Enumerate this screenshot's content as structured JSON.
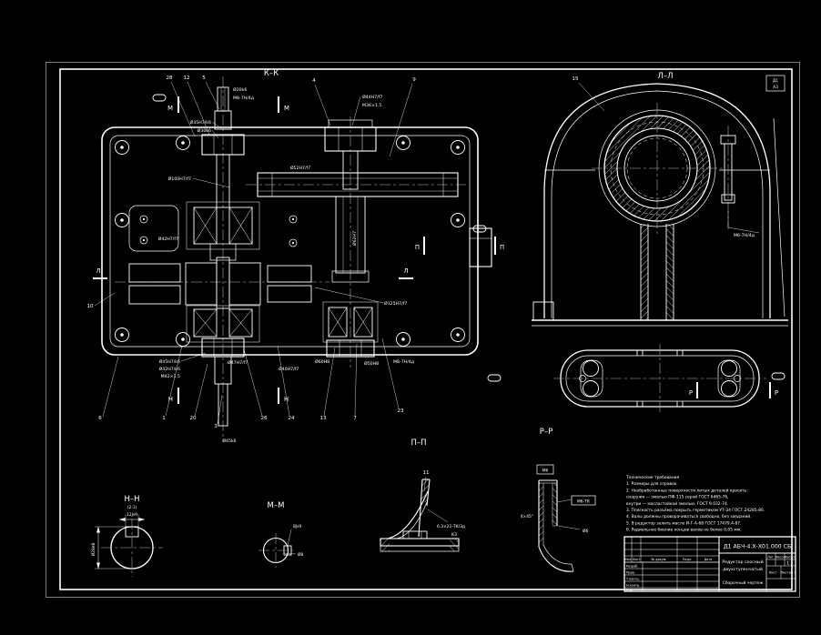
{
  "sections": {
    "kk": "К–К",
    "ll": "Л–Л",
    "pp": "П–П",
    "rr": "Р–Р",
    "nn": "Н–Н",
    "nn_scale": "(2:1)",
    "mm": "М–М"
  },
  "letters": {
    "m": "М",
    "n": "Н",
    "p": "П",
    "l": "Л",
    "r": "Р"
  },
  "callouts": {
    "top": [
      "28",
      "12",
      "5",
      "4",
      "9",
      "15"
    ],
    "bottom": [
      "6",
      "1",
      "20",
      "3",
      "26",
      "24",
      "13",
      "7",
      "23"
    ],
    "side": [
      "10",
      "11"
    ]
  },
  "corner_tag": {
    "top": "Д1",
    "bottom": "А3"
  },
  "dims": {
    "main": [
      "Ø20k6",
      "М8-7Н/4д",
      "Ø35H7/k6",
      "Ø30k6",
      "Ø100H7/f7",
      "Ø44H7/f7",
      "М36×1.5",
      "Ø52H7/f7",
      "Ø62H7",
      "Ø42H7/f7",
      "Ø125H7/f7",
      "Ø45H7/k6",
      "Ø42H7/k6",
      "М42×1.5",
      "Ø47H7/f7",
      "Ø40H7/f7",
      "Ø60H8",
      "Ø50H8",
      "М8-7Н/4д",
      "Ø45k6"
    ],
    "ll": [
      "М6-7Н/4д"
    ],
    "nn": {
      "width": "12Js9",
      "dia": "Ø28e8"
    },
    "mm": {
      "width": "8Js9",
      "dia": "Ø8"
    },
    "bracket": {
      "weld": "6.3×21-ТК/3д",
      "leg": "К3"
    },
    "channel": {
      "thread": "М6",
      "weld": "М6-ТК",
      "dia": "Ø6",
      "chamfer": "4×45°"
    }
  },
  "notes": {
    "lines": [
      "Технические требования",
      "1. Размеры для справок.",
      "2. Необработанные поверхности литых деталей красить:",
      "   снаружи — эмалью ПФ-115 серой ГОСТ 6465-76,",
      "   внутри — маслостойкой эмалью. ГОСТ 9.032-74.",
      "3. Плоскость разъёма покрыть герметиком УТ-34 ГОСТ 24285-80.",
      "4. Валы должны проворачиваться свободно, без заеданий.",
      "5. В редуктор залить масло И-Г-А-68 ГОСТ 17479.4-87.",
      "6. Радиальное биение концов валов не более 0,05 мм."
    ]
  },
  "titleblock": {
    "doc_number": "Д1 АБЧ-4.Х-Х01.000 СБ",
    "name_line1": "Редуктор соосный",
    "name_line2": "двухступенчатый",
    "name_line3": "Сборочный чертеж",
    "header": {
      "izm": "Изм.",
      "list": "Лист",
      "doc": "№ докум.",
      "podp": "Подп.",
      "data": "Дата"
    },
    "rows": {
      "razrab": "Разраб.",
      "prov": "Пров.",
      "tkontr": "Т.контр.",
      "nkontr": "Н.контр.",
      "utv": "Утв."
    },
    "right": {
      "lit": "Лит.",
      "massa": "Масса",
      "masshtab": "Масшт.",
      "scale": "1:1",
      "list_label": "Лист",
      "listov_label": "Листов 1"
    }
  }
}
